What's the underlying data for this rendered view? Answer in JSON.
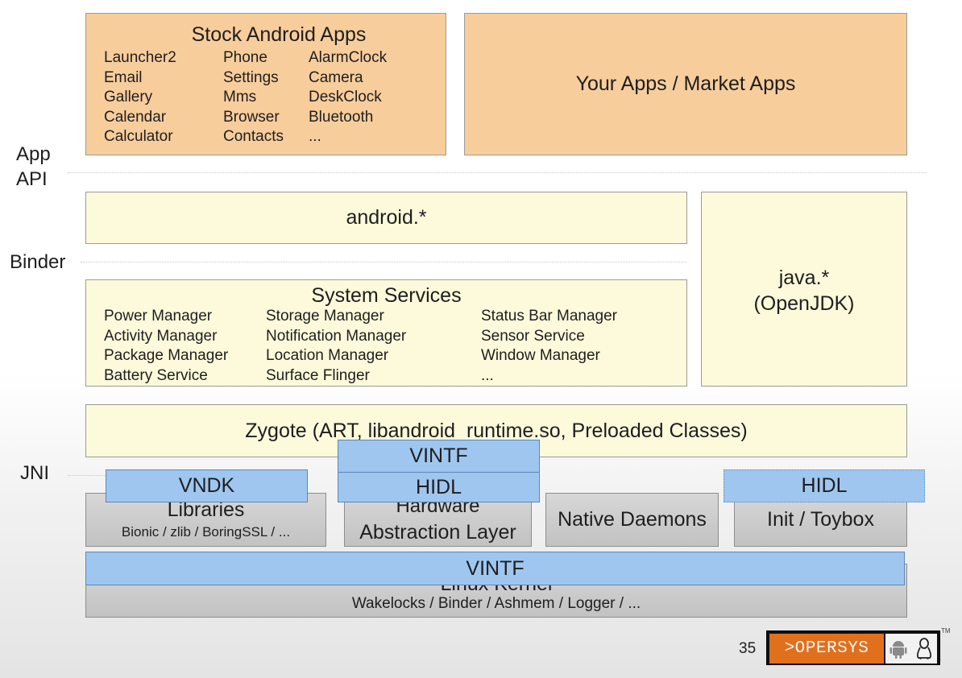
{
  "side_labels": {
    "app": "App",
    "api": "API",
    "binder": "Binder",
    "jni": "JNI"
  },
  "stock_apps": {
    "title": "Stock Android Apps",
    "col1": [
      "Launcher2",
      "Email",
      "Gallery",
      "Calendar",
      "Calculator"
    ],
    "col2": [
      "Phone",
      "Settings",
      "Mms",
      "Browser",
      "Contacts"
    ],
    "col3": [
      "AlarmClock",
      "Camera",
      "DeskClock",
      "Bluetooth",
      "..."
    ]
  },
  "your_apps": {
    "label": "Your Apps / Market Apps"
  },
  "android_pkg": {
    "label": "android.*"
  },
  "java_pkg": {
    "line1": "java.*",
    "line2": "(OpenJDK)"
  },
  "system_services": {
    "title": "System Services",
    "col1": [
      "Power Manager",
      "Activity Manager",
      "Package Manager",
      "Battery Service"
    ],
    "col2": [
      "Storage Manager",
      "Notification Manager",
      "Location Manager",
      "Surface Flinger"
    ],
    "col3": [
      "Status Bar Manager",
      "Sensor Service",
      "Window Manager",
      "..."
    ]
  },
  "zygote": {
    "label": "Zygote (ART, libandroid_runtime.so, Preloaded Classes)"
  },
  "libraries": {
    "title": "Libraries",
    "subtitle": "Bionic / zlib / BoringSSL / ..."
  },
  "hal": {
    "line1": "Hardware",
    "line2": "Abstraction Layer"
  },
  "native_daemons": {
    "label": "Native Daemons"
  },
  "init_toybox": {
    "label": "Init / Toybox"
  },
  "linux_kernel": {
    "title": "Linux Kernel",
    "subtitle": "Wakelocks / Binder / Ashmem / Logger / ..."
  },
  "treble": {
    "vndk": "VNDK",
    "vintf_top": "VINTF",
    "hidl_middle": "HIDL",
    "hidl_right": "HIDL",
    "vintf_bottom": "VINTF"
  },
  "footer": {
    "page_number": "35",
    "logo_text": ">OPERSYS",
    "trademark": "TM"
  },
  "colors": {
    "app_layer": "#f8cd9c",
    "framework_layer": "#fdfadb",
    "native_layer": "#c8c8c8",
    "treble_overlay": "#9fc6ef",
    "logo_orange": "#e0701c"
  }
}
